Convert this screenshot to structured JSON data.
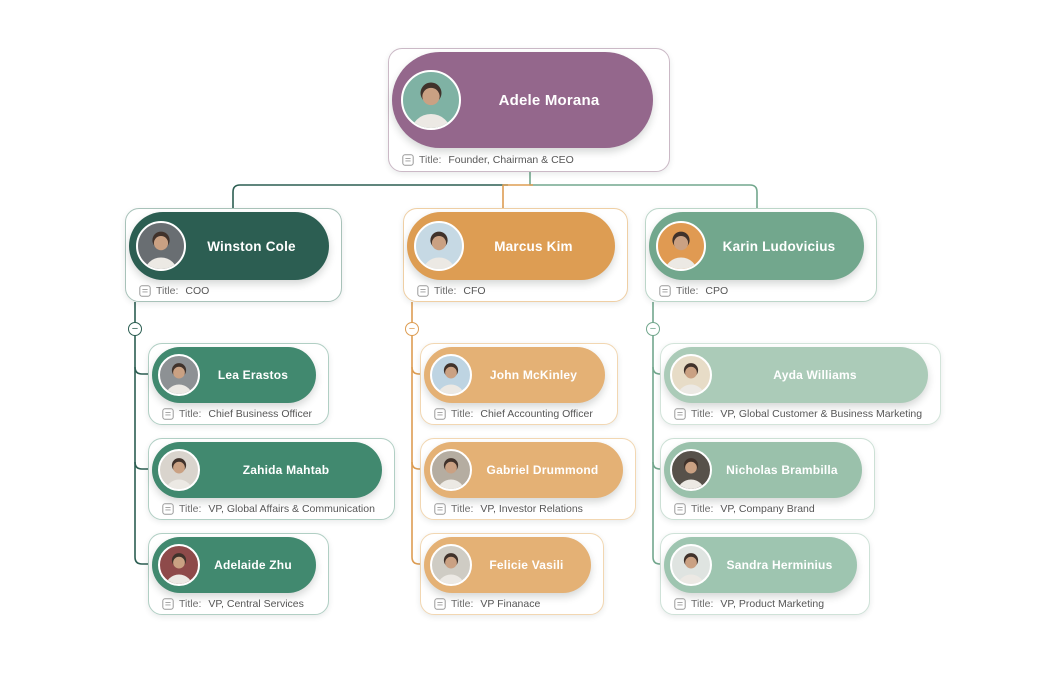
{
  "ui": {
    "collapse_glyph": "−"
  },
  "theme_colors": {
    "root": "#94678C",
    "coo_branch": "#2C5E52",
    "cfo_branch": "#DD9D53",
    "cpo_branch": "#72A78D",
    "coo_children": "#41896F",
    "cfo_children": "#E4B175",
    "cpo_children": [
      "#ABCBB8",
      "#9AC1AB",
      "#9EC5B0"
    ]
  },
  "chart": {
    "root": {
      "name": "Adele Morana",
      "title_label": "Title:",
      "title": "Founder, Chairman & CEO",
      "color": "#94678C",
      "children": [
        {
          "name": "Winston Cole",
          "title_label": "Title:",
          "title": "COO",
          "color": "#2C5E52",
          "children": [
            {
              "name": "Lea Erastos",
              "title_label": "Title:",
              "title": "Chief Business Officer",
              "color": "#41896F"
            },
            {
              "name": "Zahida Mahtab",
              "title_label": "Title:",
              "title": "VP, Global Affairs & Communication",
              "color": "#41896F"
            },
            {
              "name": "Adelaide Zhu",
              "title_label": "Title:",
              "title": "VP, Central Services",
              "color": "#41896F"
            }
          ]
        },
        {
          "name": "Marcus Kim",
          "title_label": "Title:",
          "title": "CFO",
          "color": "#DD9D53",
          "children": [
            {
              "name": "John McKinley",
              "title_label": "Title:",
              "title": "Chief Accounting Officer",
              "color": "#E4B175"
            },
            {
              "name": "Gabriel Drummond",
              "title_label": "Title:",
              "title": "VP, Investor Relations",
              "color": "#E4B175"
            },
            {
              "name": "Felicie Vasili",
              "title_label": "Title:",
              "title": "VP Finanace",
              "color": "#E4B175"
            }
          ]
        },
        {
          "name": "Karin Ludovicius",
          "title_label": "Title:",
          "title": "CPO",
          "color": "#72A78D",
          "children": [
            {
              "name": "Ayda Williams",
              "title_label": "Title:",
              "title": "VP, Global Customer & Business Marketing",
              "color": "#ABCBB8"
            },
            {
              "name": "Nicholas Brambilla",
              "title_label": "Title:",
              "title": "VP, Company Brand",
              "color": "#9AC1AB"
            },
            {
              "name": "Sandra Herminius",
              "title_label": "Title:",
              "title": "VP, Product Marketing",
              "color": "#9EC5B0"
            }
          ]
        }
      ]
    }
  }
}
